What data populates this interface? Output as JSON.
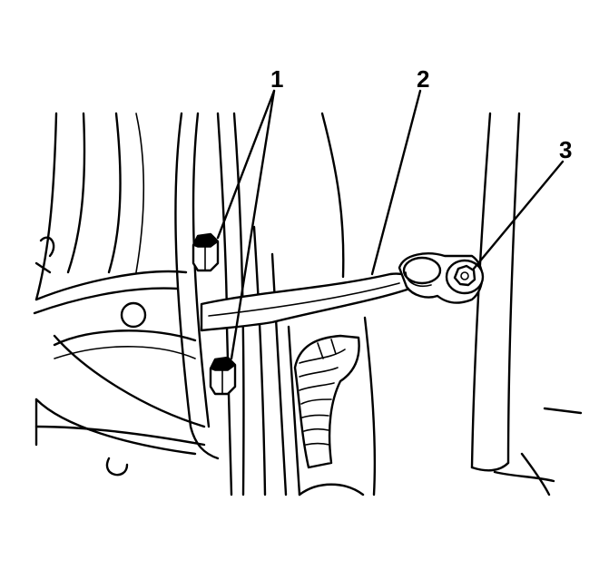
{
  "callouts": [
    {
      "id": "nuts",
      "label": "1"
    },
    {
      "id": "door-check-link",
      "label": "2"
    },
    {
      "id": "bolt",
      "label": "3"
    }
  ]
}
